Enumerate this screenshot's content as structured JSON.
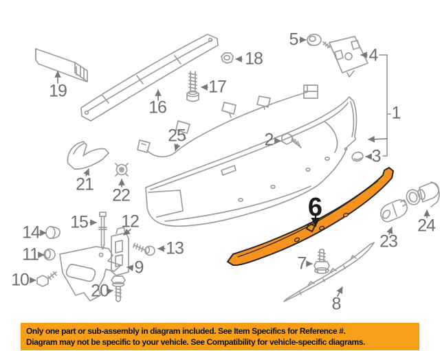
{
  "diagram": {
    "highlighted_part": "6",
    "colors": {
      "highlight_orange": "#f6921e",
      "highlight_outline": "#262626",
      "banner_orange": "#f6a01a",
      "line_gray": "#9c9c9c",
      "label_gray": "#6e6e6e",
      "highlight_label_black": "#1c1c1c"
    },
    "parts": [
      {
        "num": "1"
      },
      {
        "num": "2"
      },
      {
        "num": "3"
      },
      {
        "num": "4"
      },
      {
        "num": "5"
      },
      {
        "num": "6"
      },
      {
        "num": "7"
      },
      {
        "num": "8"
      },
      {
        "num": "9"
      },
      {
        "num": "10"
      },
      {
        "num": "11"
      },
      {
        "num": "12"
      },
      {
        "num": "13"
      },
      {
        "num": "14"
      },
      {
        "num": "15"
      },
      {
        "num": "16"
      },
      {
        "num": "17"
      },
      {
        "num": "18"
      },
      {
        "num": "19"
      },
      {
        "num": "20"
      },
      {
        "num": "21"
      },
      {
        "num": "22"
      },
      {
        "num": "23"
      },
      {
        "num": "24"
      },
      {
        "num": "25"
      }
    ]
  },
  "banner": {
    "line1": "Only one part or sub-assembly in diagram included. See Item Specifics for Reference #.",
    "line2": "Diagram may not be specific to your vehicle. See Compatibility for vehicle-specific diagrams."
  }
}
